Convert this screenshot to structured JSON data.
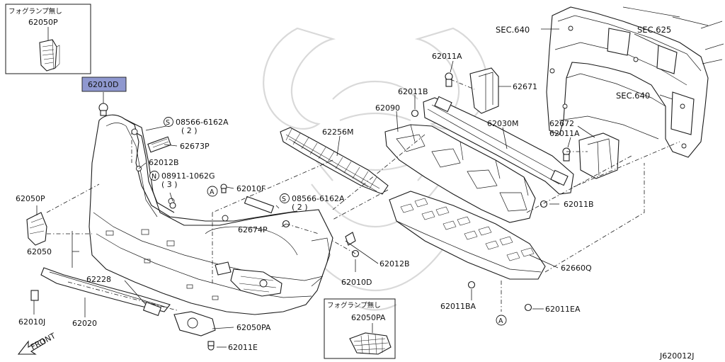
{
  "diagram": {
    "inset_top_left": {
      "caption": "フォグランプ無し",
      "part": "62050P"
    },
    "inset_bottom": {
      "caption": "フォグランプ無し",
      "part": "62050PA"
    },
    "highlighted_part": "62010D",
    "labels": {
      "sec640_top": "SEC.640",
      "sec625": "SEC.625",
      "sec640_mid": "SEC.640",
      "p62011A_top": "62011A",
      "p62671": "62671",
      "p62011B_top": "62011B",
      "p62090": "62090",
      "p62030M": "62030M",
      "p62672": "62672",
      "p62011A_right": "62011A",
      "p62256M": "62256M",
      "s08566_6162A_1": "08566-6162A",
      "s08566_6162A_1_qty": "( 2 )",
      "p62673P": "62673P",
      "p62012B_left": "62012B",
      "n08911_1062G": "08911-1062G",
      "n08911_1062G_qty": "( 3 )",
      "p62010F": "62010F",
      "s08566_6162A_2": "08566-6162A",
      "s08566_6162A_2_qty": "( 2 )",
      "p62011B_right": "62011B",
      "p62674P": "62674P",
      "p62050P_mid": "62050P",
      "p62050": "62050",
      "p62012B_mid": "62012B",
      "p62010D_mid": "62010D",
      "p62660Q": "62660Q",
      "p62228": "62228",
      "p62011BA": "62011BA",
      "p62011EA": "62011EA",
      "p62010J": "62010J",
      "p62020": "62020",
      "p62050PA": "62050PA",
      "p62011E": "62011E",
      "front": "FRONT",
      "ref_a": "A",
      "ref_s": "S",
      "ref_n": "N",
      "diagram_id": "J620012J"
    },
    "colors": {
      "highlight": "#8f98cf",
      "line": "#1a1a1a",
      "watermark": "#d9d9d9"
    }
  }
}
